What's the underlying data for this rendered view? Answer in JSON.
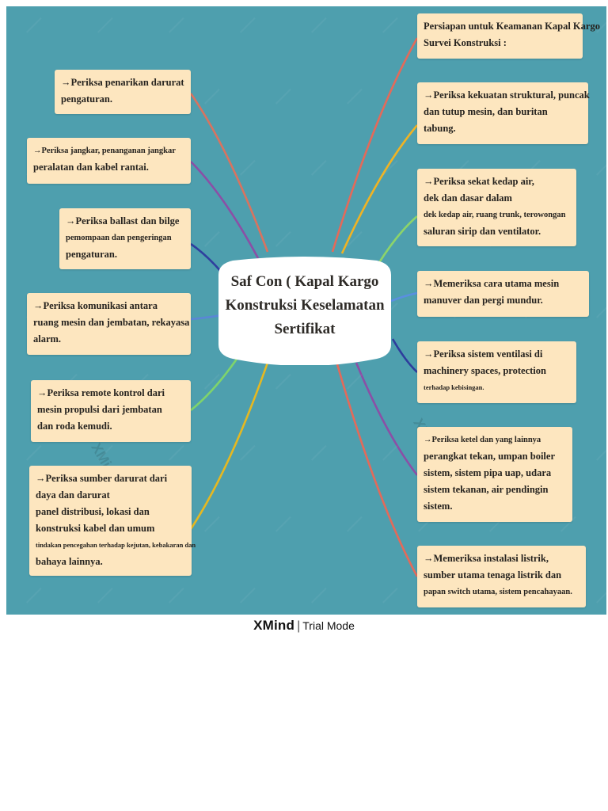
{
  "central_topic": {
    "lines": [
      "Saf Con ( Kapal Kargo",
      "Konstruksi Keselamatan",
      "Sertifikat"
    ]
  },
  "left_topics": [
    {
      "id": "l1",
      "color": "#d9735f",
      "lines": [
        {
          "t": "→Periksa penarikan darurat"
        },
        {
          "t": "pengaturan."
        }
      ]
    },
    {
      "id": "l2",
      "color": "#8b4fa6",
      "lines": [
        {
          "t": "→Periksa jangkar, penanganan jangkar",
          "s": "sm"
        },
        {
          "t": "peralatan dan kabel rantai."
        }
      ]
    },
    {
      "id": "l3",
      "color": "#2f3f9e",
      "lines": [
        {
          "t": "→Periksa ballast dan bilge"
        },
        {
          "t": "pemompaan dan pengeringan",
          "s": "sm"
        },
        {
          "t": "pengaturan."
        }
      ]
    },
    {
      "id": "l4",
      "color": "#5a86d6",
      "lines": [
        {
          "t": "→Periksa komunikasi antara"
        },
        {
          "t": "ruang mesin dan jembatan, rekayasa"
        },
        {
          "t": "alarm."
        }
      ]
    },
    {
      "id": "l5",
      "color": "#7fd46b",
      "lines": [
        {
          "t": "→Periksa remote kontrol dari"
        },
        {
          "t": "mesin propulsi dari jembatan"
        },
        {
          "t": "dan roda kemudi."
        }
      ]
    },
    {
      "id": "l6",
      "color": "#e6b820",
      "lines": [
        {
          "t": "→Periksa sumber darurat dari"
        },
        {
          "t": "daya dan darurat"
        },
        {
          "t": "panel distribusi, lokasi dan"
        },
        {
          "t": "konstruksi kabel dan umum"
        },
        {
          "t": "tindakan pencegahan terhadap kejutan, kebakaran dan",
          "s": "xs"
        },
        {
          "t": "bahaya lainnya."
        }
      ]
    }
  ],
  "right_topics": [
    {
      "id": "r1",
      "color": "#e36a5a",
      "lines": [
        {
          "t": "Persiapan untuk Keamanan Kapal Kargo"
        },
        {
          "t": "Survei Konstruksi :"
        }
      ]
    },
    {
      "id": "r2",
      "color": "#f0b323",
      "lines": [
        {
          "t": "→Periksa kekuatan struktural, puncak"
        },
        {
          "t": "dan tutup mesin, dan buritan"
        },
        {
          "t": "tabung."
        }
      ]
    },
    {
      "id": "r3",
      "color": "#8dd46a",
      "lines": [
        {
          "t": "→Periksa sekat kedap air,"
        },
        {
          "t": "dek dan dasar dalam"
        },
        {
          "t": "dek kedap air, ruang trunk, terowongan",
          "s": "sm"
        },
        {
          "t": "saluran sirip dan ventilator."
        }
      ]
    },
    {
      "id": "r4",
      "color": "#5a8fe0",
      "lines": [
        {
          "t": "→Memeriksa cara utama mesin"
        },
        {
          "t": "manuver dan pergi mundur."
        }
      ]
    },
    {
      "id": "r5",
      "color": "#2e3d9c",
      "lines": [
        {
          "t": "→Periksa sistem ventilasi di"
        },
        {
          "t": "machinery spaces, protection"
        },
        {
          "t": "terhadap kebisingan.",
          "s": "xs"
        }
      ]
    },
    {
      "id": "r6",
      "color": "#8b4fa6",
      "lines": [
        {
          "t": "→Periksa ketel dan yang lainnya",
          "s": "sm"
        },
        {
          "t": "perangkat tekan, umpan boiler"
        },
        {
          "t": "sistem, sistem pipa uap, udara"
        },
        {
          "t": "sistem tekanan, air pendingin"
        },
        {
          "t": "sistem."
        }
      ]
    },
    {
      "id": "r7",
      "color": "#e36a5a",
      "lines": [
        {
          "t": "→Memeriksa instalasi listrik,"
        },
        {
          "t": "sumber utama tenaga listrik dan"
        },
        {
          "t": "papan switch utama, sistem pencahayaan.",
          "s": "sm"
        }
      ]
    }
  ],
  "branding": {
    "name": "XMind",
    "separator": "|",
    "mode": "Trial Mode"
  },
  "watermark": "XMind",
  "colors": {
    "background": "#4e9fae",
    "topic_fill": "#fde6bf",
    "central_fill": "#ffffff"
  }
}
